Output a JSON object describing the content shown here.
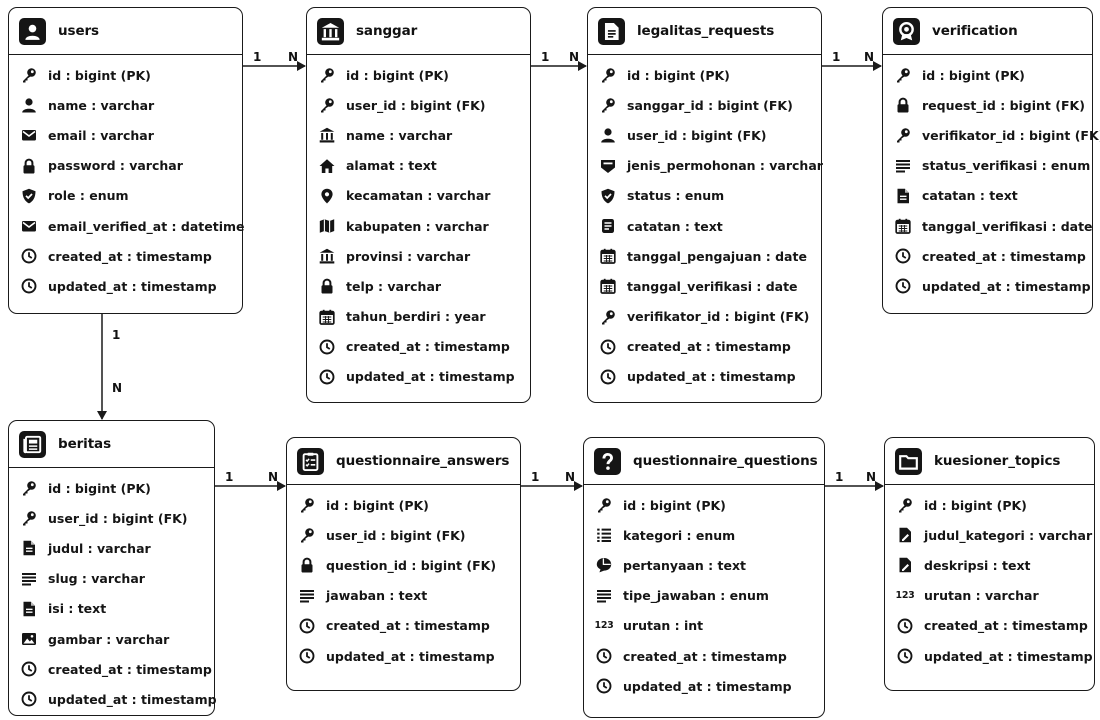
{
  "entities": [
    {
      "title": "users",
      "icon": "user-icon",
      "fields": [
        {
          "icon": "key-icon",
          "text": "id : bigint (PK)"
        },
        {
          "icon": "user-icon",
          "text": "name : varchar"
        },
        {
          "icon": "mail-icon",
          "text": "email : varchar"
        },
        {
          "icon": "lock-icon",
          "text": "password : varchar"
        },
        {
          "icon": "shield-icon",
          "text": "role : enum"
        },
        {
          "icon": "mail-icon",
          "text": "email_verified_at : datetime"
        },
        {
          "icon": "clock-icon",
          "text": "created_at : timestamp"
        },
        {
          "icon": "clock-icon",
          "text": "updated_at : timestamp"
        }
      ]
    },
    {
      "title": "sanggar",
      "icon": "building-icon",
      "fields": [
        {
          "icon": "key-icon",
          "text": "id : bigint (PK)"
        },
        {
          "icon": "key-icon",
          "text": "user_id : bigint (FK)"
        },
        {
          "icon": "building-icon",
          "text": "name : varchar"
        },
        {
          "icon": "home-icon",
          "text": "alamat : text"
        },
        {
          "icon": "pin-icon",
          "text": "kecamatan : varchar"
        },
        {
          "icon": "map-icon",
          "text": "kabupaten : varchar"
        },
        {
          "icon": "building-icon",
          "text": "provinsi : varchar"
        },
        {
          "icon": "lock-icon",
          "text": "telp : varchar"
        },
        {
          "icon": "calendar-icon",
          "text": "tahun_berdiri : year"
        },
        {
          "icon": "clock-icon",
          "text": "created_at : timestamp"
        },
        {
          "icon": "clock-icon",
          "text": "updated_at : timestamp"
        }
      ]
    },
    {
      "title": "legalitas_requests",
      "icon": "document-icon",
      "fields": [
        {
          "icon": "key-icon",
          "text": "id : bigint (PK)"
        },
        {
          "icon": "key-icon",
          "text": "sanggar_id : bigint (FK)"
        },
        {
          "icon": "user-icon",
          "text": "user_id : bigint (FK)"
        },
        {
          "icon": "inbox-icon",
          "text": "jenis_permohonan : varchar"
        },
        {
          "icon": "shield-check-icon",
          "text": "status : enum"
        },
        {
          "icon": "note-icon",
          "text": "catatan : text"
        },
        {
          "icon": "calendar-icon",
          "text": "tanggal_pengajuan : date"
        },
        {
          "icon": "calendar-icon",
          "text": "tanggal_verifikasi : date"
        },
        {
          "icon": "key-icon",
          "text": "verifikator_id : bigint (FK)"
        },
        {
          "icon": "clock-icon",
          "text": "created_at : timestamp"
        },
        {
          "icon": "clock-icon",
          "text": "updated_at : timestamp"
        }
      ]
    },
    {
      "title": "verification",
      "icon": "badge-icon",
      "fields": [
        {
          "icon": "key-icon",
          "text": "id : bigint (PK)"
        },
        {
          "icon": "lock-icon",
          "text": "request_id : bigint (FK)"
        },
        {
          "icon": "key-icon",
          "text": "verifikator_id : bigint (FK)"
        },
        {
          "icon": "lines-icon",
          "text": "status_verifikasi : enum"
        },
        {
          "icon": "file-icon",
          "text": "catatan : text"
        },
        {
          "icon": "calendar-icon",
          "text": "tanggal_verifikasi : date"
        },
        {
          "icon": "clock-icon",
          "text": "created_at : timestamp"
        },
        {
          "icon": "clock-icon",
          "text": "updated_at : timestamp"
        }
      ]
    },
    {
      "title": "beritas",
      "icon": "newspaper-icon",
      "fields": [
        {
          "icon": "key-icon",
          "text": "id : bigint (PK)"
        },
        {
          "icon": "key-icon",
          "text": "user_id : bigint (FK)"
        },
        {
          "icon": "file-icon",
          "text": "judul : varchar"
        },
        {
          "icon": "lines-icon",
          "text": "slug : varchar"
        },
        {
          "icon": "file-icon",
          "text": "isi : text"
        },
        {
          "icon": "image-icon",
          "text": "gambar : varchar"
        },
        {
          "icon": "clock-icon",
          "text": "created_at : timestamp"
        },
        {
          "icon": "clock-icon",
          "text": "updated_at : timestamp"
        }
      ]
    },
    {
      "title": "questionnaire_answers",
      "icon": "checklist-icon",
      "fields": [
        {
          "icon": "key-icon",
          "text": "id : bigint (PK)"
        },
        {
          "icon": "key-icon",
          "text": "user_id : bigint (FK)"
        },
        {
          "icon": "lock-icon",
          "text": "question_id : bigint (FK)"
        },
        {
          "icon": "lines-icon",
          "text": "jawaban : text"
        },
        {
          "icon": "clock-icon",
          "text": "created_at : timestamp"
        },
        {
          "icon": "clock-icon",
          "text": "updated_at : timestamp"
        }
      ]
    },
    {
      "title": "questionnaire_questions",
      "icon": "question-icon",
      "fields": [
        {
          "icon": "key-icon",
          "text": "id : bigint (PK)"
        },
        {
          "icon": "list-icon",
          "text": "kategori : enum"
        },
        {
          "icon": "chat-icon",
          "text": "pertanyaan : text"
        },
        {
          "icon": "lines-icon",
          "text": "tipe_jawaban : enum"
        },
        {
          "icon": "number-icon",
          "text": "urutan : int"
        },
        {
          "icon": "clock-icon",
          "text": "created_at : timestamp"
        },
        {
          "icon": "clock-icon",
          "text": "updated_at : timestamp"
        }
      ]
    },
    {
      "title": "kuesioner_topics",
      "icon": "folder-icon",
      "fields": [
        {
          "icon": "key-icon",
          "text": "id : bigint (PK)"
        },
        {
          "icon": "file-edit-icon",
          "text": "judul_kategori : varchar"
        },
        {
          "icon": "file-edit-icon",
          "text": "deskripsi : text"
        },
        {
          "icon": "number-icon",
          "text": "urutan : varchar"
        },
        {
          "icon": "clock-icon",
          "text": "created_at : timestamp"
        },
        {
          "icon": "clock-icon",
          "text": "updated_at : timestamp"
        }
      ]
    }
  ],
  "relationships": [
    {
      "from": "users",
      "to": "sanggar",
      "from_card": "1",
      "to_card": "N"
    },
    {
      "from": "sanggar",
      "to": "legalitas_requests",
      "from_card": "1",
      "to_card": "N"
    },
    {
      "from": "legalitas_requests",
      "to": "verification",
      "from_card": "1",
      "to_card": "N"
    },
    {
      "from": "users",
      "to": "beritas",
      "from_card": "1",
      "to_card": "N"
    },
    {
      "from": "beritas",
      "to": "questionnaire_answers",
      "from_card": "1",
      "to_card": "N"
    },
    {
      "from": "questionnaire_answers",
      "to": "questionnaire_questions",
      "from_card": "1",
      "to_card": "N"
    },
    {
      "from": "questionnaire_questions",
      "to": "kuesioner_topics",
      "from_card": "1",
      "to_card": "N"
    }
  ],
  "number_glyph": "123"
}
